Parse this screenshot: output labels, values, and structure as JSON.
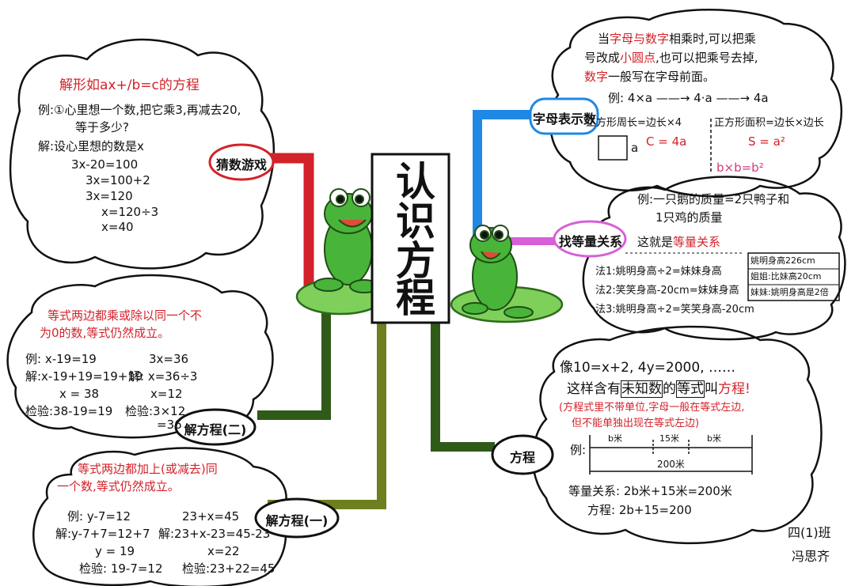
{
  "title": {
    "chars": [
      "认",
      "识",
      "方",
      "程"
    ]
  },
  "branches": {
    "guess": "猜数游戏",
    "letters": "字母表示数",
    "equal": "找等量关系",
    "eq": "方程",
    "solve1": "解方程(一)",
    "solve2": "解方程(二)"
  },
  "guess_cloud": {
    "heading": "解形如ax+/b=c的方程",
    "lines": [
      "例:①心里想一个数,把它乘3,再减去20,",
      "等于多少?",
      "解:设心里想的数是x",
      "3x-20=100",
      "3x=100+2",
      "3x=120",
      "x=120÷3",
      "x=40"
    ]
  },
  "letters_cloud": {
    "line1_a": "当",
    "line1_b": "字母与数字",
    "line1_c": "相乘时,可以把乘",
    "line2_a": "号改成",
    "line2_b": "小圆点",
    "line2_c": ",也可以把乘号去掉,",
    "line3_a": "数字",
    "line3_b": "一般写在字母前面。",
    "example": "例: 4×a ——→ 4·a ——→ 4a",
    "perim": "正方形周长=边长×4",
    "area": "正方形面积=边长×边长",
    "side_label": "a",
    "c_formula": "C = 4a",
    "s_formula": "S = a²",
    "bb": "b×b=b²"
  },
  "equal_cloud": {
    "ex1": "例:一只鹅的质量=2只鸭子和",
    "ex2": "1只鸡的质量",
    "this_is": "这就是",
    "relation": "等量关系",
    "m1": "法1:姚明身高÷2=妹妹身高",
    "m2": "法2:笑笑身高-20cm=妹妹身高",
    "m3": "法3:姚明身高÷2=笑笑身高-20cm",
    "box": [
      "姚明身高226cm",
      "姐姐:比妹高20cm",
      "妹妹:姚明身高是2倍"
    ]
  },
  "eq_cloud": {
    "line1": "像10=x+2, 4y=2000, ……",
    "line2_a": "这样含有",
    "line2_b": "未知数",
    "line2_c": "的",
    "line2_d": "等式",
    "line2_e": "叫",
    "line2_f": "方程!",
    "note1": "(方程式里不带单位,字母一般在等式左边,",
    "note2": "但不能单独出现在等式左边)",
    "ex": "例:",
    "seg1": "b米",
    "seg2": "15米",
    "seg3": "b米",
    "total": "200米",
    "relation": "等量关系: 2b米+15米=200米",
    "equation": "方程: 2b+15=200"
  },
  "solve2_cloud": {
    "rule1": "等式两边都乘或除以同一个不",
    "rule2": "为0的数,等式仍然成立。",
    "left": [
      "例: x-19=19",
      "解:x-19+19=19+19",
      "x = 38",
      "检验:38-19=19"
    ],
    "right": [
      "3x=36",
      "解: x=36÷3",
      "x=12",
      "检验:3×12",
      "=36"
    ]
  },
  "solve1_cloud": {
    "rule1": "等式两边都加上(或减去)同",
    "rule2": "一个数,等式仍然成立。",
    "left": [
      "例: y-7=12",
      "解:y-7+7=12+7",
      "y = 19",
      "检验: 19-7=12"
    ],
    "right": [
      "23+x=45",
      "解:23+x-23=45-23",
      "x=22",
      "检验:23+22=45"
    ]
  },
  "signature": {
    "class": "四(1)班",
    "name": "冯思齐"
  },
  "colors": {
    "red": "#d3222a",
    "blue": "#1f88e5",
    "magenta": "#d85fd8",
    "darkgreen": "#2f5a17",
    "olive": "#6d7f1e",
    "frog": "#49b43a"
  }
}
